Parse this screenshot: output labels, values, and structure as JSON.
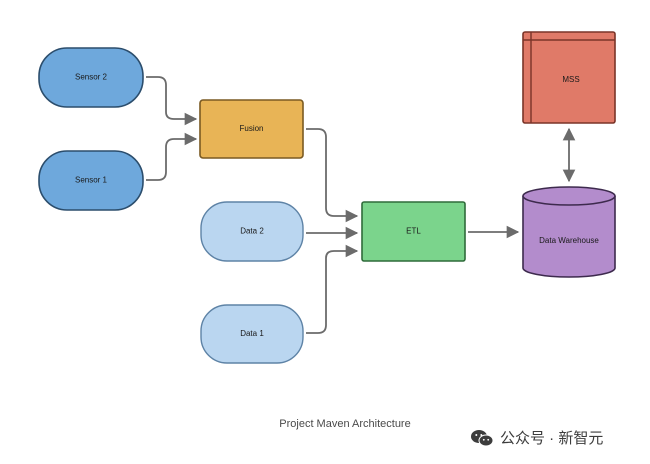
{
  "diagram": {
    "caption": "Project Maven Architecture",
    "nodes": {
      "sensor2": {
        "label": "Sensor 2",
        "color": "#6ea8dc"
      },
      "sensor1": {
        "label": "Sensor 1",
        "color": "#6ea8dc"
      },
      "fusion": {
        "label": "Fusion",
        "color": "#e8b456"
      },
      "data2": {
        "label": "Data 2",
        "color": "#bad6f0"
      },
      "data1": {
        "label": "Data 1",
        "color": "#bad6f0"
      },
      "etl": {
        "label": "ETL",
        "color": "#7bd48c"
      },
      "mss": {
        "label": "MSS",
        "color": "#e07a68"
      },
      "warehouse": {
        "label": "Data Warehouse",
        "color": "#b38ccc"
      }
    },
    "edges": [
      {
        "from": "Sensor 2",
        "to": "Fusion",
        "kind": "arrow"
      },
      {
        "from": "Sensor 1",
        "to": "Fusion",
        "kind": "arrow"
      },
      {
        "from": "Fusion",
        "to": "ETL",
        "kind": "arrow"
      },
      {
        "from": "Data 2",
        "to": "ETL",
        "kind": "arrow"
      },
      {
        "from": "Data 1",
        "to": "ETL",
        "kind": "arrow"
      },
      {
        "from": "ETL",
        "to": "Data Warehouse",
        "kind": "arrow"
      },
      {
        "from": "Data Warehouse",
        "to": "MSS",
        "kind": "bidirectional"
      }
    ]
  },
  "watermark": {
    "text": "公众号 · 新智元",
    "icon": "wechat-icon"
  }
}
